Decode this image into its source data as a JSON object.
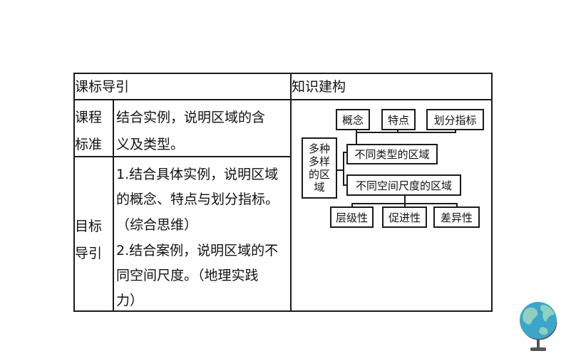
{
  "table": {
    "header_left": "课标导引",
    "header_right": "知识建构",
    "row1_label": [
      "课程",
      "标准"
    ],
    "row1_content": [
      "结合实例，说明区域的含",
      "义及类型。"
    ],
    "row2_label": [
      "目标",
      "导引"
    ],
    "row2_content": [
      "1.结合具体实例，说明区域",
      "的概念、特点与划分指标。",
      "（综合思维）",
      "2.结合案例，说明区域的不",
      "同空间尺度。（地理实践",
      "力）"
    ]
  },
  "diagram": {
    "top": [
      "概念",
      "特点",
      "划分指标"
    ],
    "root": [
      "多种",
      "多样",
      "的区",
      "域"
    ],
    "mid": [
      "不同类型的区域",
      "不同空间尺度的区域"
    ],
    "bottom": [
      "层级性",
      "促进性",
      "差异性"
    ]
  },
  "colors": {
    "border": "#1a1a1a",
    "globe_ocean": "#3ba6c9",
    "globe_land": "#8fd0c0",
    "globe_stand": "#555555"
  },
  "icons": {
    "corner": "globe-icon"
  }
}
